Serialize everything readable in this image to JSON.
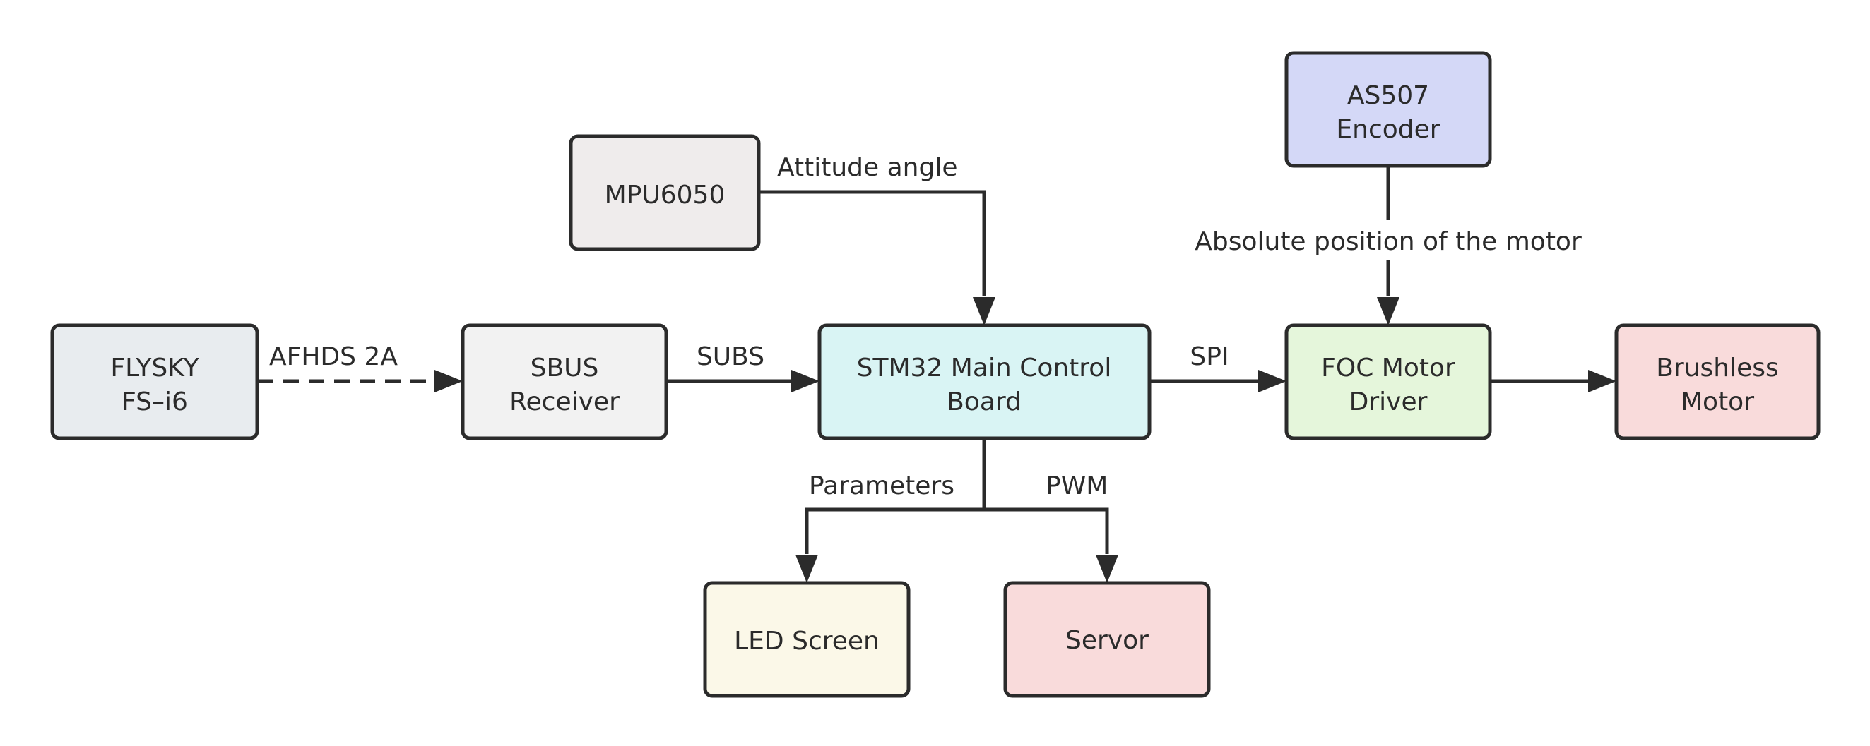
{
  "nodes": {
    "flysky": {
      "lines": [
        "FLYSKY",
        "FS–i6"
      ],
      "fill": "#e8ecef"
    },
    "sbus": {
      "lines": [
        "SBUS",
        "Receiver"
      ],
      "fill": "#f2f2f2"
    },
    "stm32": {
      "lines": [
        "STM32 Main Control",
        "Board"
      ],
      "fill": "#d9f4f4"
    },
    "mpu": {
      "lines": [
        "MPU6050"
      ],
      "fill": "#efecec"
    },
    "as507": {
      "lines": [
        "AS507",
        "Encoder"
      ],
      "fill": "#d4d8f7"
    },
    "foc": {
      "lines": [
        "FOC Motor",
        "Driver"
      ],
      "fill": "#e5f6db"
    },
    "motor": {
      "lines": [
        "Brushless",
        "Motor"
      ],
      "fill": "#f9dbdb"
    },
    "led": {
      "lines": [
        "LED Screen"
      ],
      "fill": "#fbf8e8"
    },
    "servor": {
      "lines": [
        "Servor"
      ],
      "fill": "#f9dbdb"
    }
  },
  "edges": {
    "afhds": {
      "label": "AFHDS 2A"
    },
    "subs": {
      "label": "SUBS"
    },
    "spi": {
      "label": "SPI"
    },
    "attitude": {
      "label": "Attitude angle"
    },
    "absolute": {
      "label": "Absolute position of the motor"
    },
    "parameters": {
      "label": "Parameters"
    },
    "pwm": {
      "label": "PWM"
    },
    "to_motor": {
      "label": ""
    }
  }
}
